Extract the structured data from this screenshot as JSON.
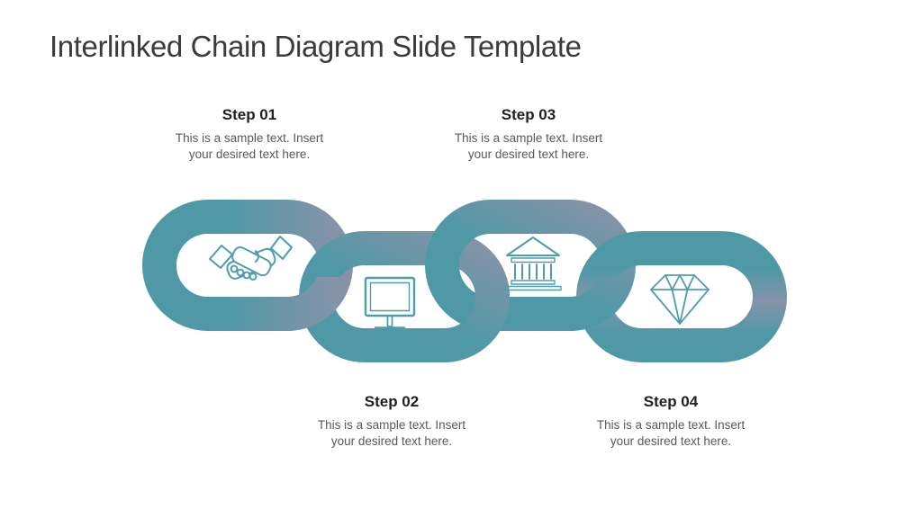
{
  "slide": {
    "title": "Interlinked Chain Diagram Slide Template"
  },
  "colors": {
    "teal": "#4F99A7",
    "slate": "#8593A8",
    "icon_stroke": "#4F9DAB",
    "title_text": "#3B3B3B",
    "heading_text": "#1F1F1F",
    "body_text": "#595959"
  },
  "steps": [
    {
      "label": "Step 01",
      "line1": "This is a sample text. Insert",
      "line2": "your desired text here.",
      "icon": "handshake"
    },
    {
      "label": "Step 02",
      "line1": "This is a sample text. Insert",
      "line2": "your desired text here.",
      "icon": "computer-monitor"
    },
    {
      "label": "Step 03",
      "line1": "This is a sample text. Insert",
      "line2": "your desired text here.",
      "icon": "bank-building"
    },
    {
      "label": "Step 04",
      "line1": "This is a sample text. Insert",
      "line2": "your desired text here.",
      "icon": "diamond"
    }
  ]
}
